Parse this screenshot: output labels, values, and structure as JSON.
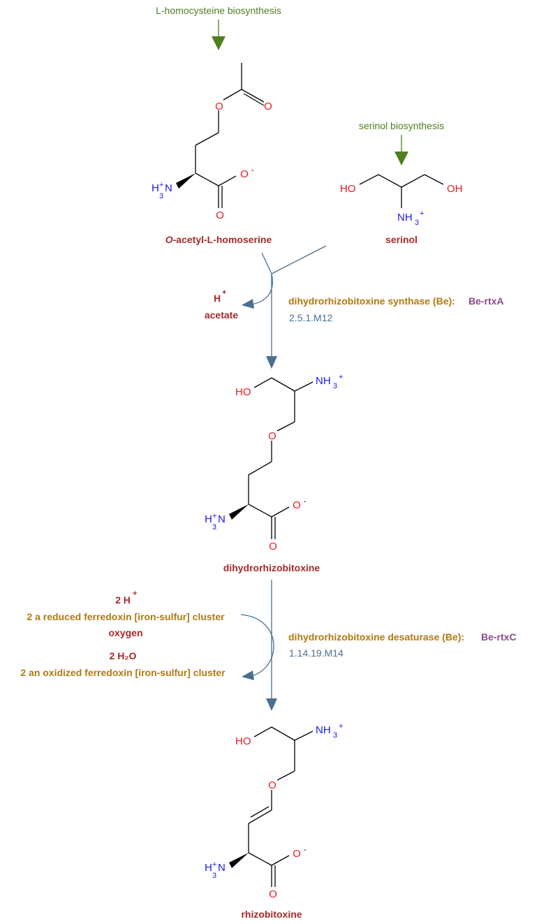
{
  "colors": {
    "pathway_link": "#4f7f1f",
    "compound": "#a82828",
    "enzyme": "#b07a10",
    "gene": "#8a4a8a",
    "ec": "#4a6f8f",
    "oxygen": "#e8191e",
    "nitrogen": "#1818e8",
    "bond": "#000000"
  },
  "pathway_links": {
    "homocysteine": "L-homocysteine biosynthesis",
    "serinol": "serinol biosynthesis"
  },
  "compounds": {
    "acetylhomoserine_prefix": "O",
    "acetylhomoserine_rest": "-acetyl-L-homoserine",
    "serinol": "serinol",
    "dihydrorhizobitoxine": "dihydrorhizobitoxine",
    "rhizobitoxine": "rhizobitoxine"
  },
  "reaction1": {
    "side_products": [
      "H",
      "acetate"
    ],
    "enzyme": "dihydrorhizobitoxine synthase (Be):",
    "gene": "Be-rtxA",
    "ec": "2.5.1.M12"
  },
  "reaction2": {
    "cosubstrates": [
      "2 H",
      "2 a reduced ferredoxin [iron-sulfur] cluster",
      "oxygen"
    ],
    "coproducts": [
      "2 H₂O",
      "2 an oxidized ferredoxin [iron-sulfur] cluster"
    ],
    "enzyme": "dihydrorhizobitoxine desaturase (Be):",
    "gene": "Be-rtxC",
    "ec": "1.14.19.M14"
  },
  "atoms": {
    "O": "O",
    "HO": "HO",
    "OH": "OH",
    "N": "N",
    "H": "H",
    "NH": "NH",
    "three": "3",
    "plus": "+",
    "minus": "-"
  }
}
